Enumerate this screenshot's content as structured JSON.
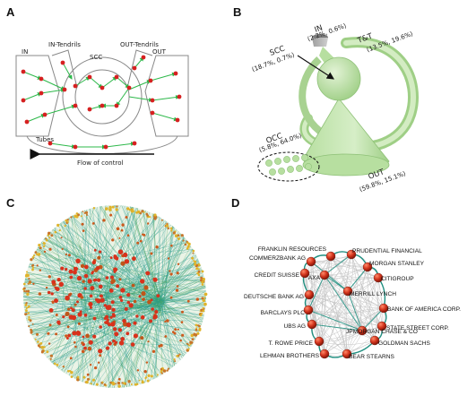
{
  "panels": {
    "a": {
      "letter": "A",
      "in_label": "IN",
      "in_tendrils_label": "IN-Tendrils",
      "scc_label": "SCC",
      "out_tendrils_label": "OUT-Tendrils",
      "out_label": "OUT",
      "tubes_label": "Tubes",
      "flow_label": "Flow of control"
    },
    "b": {
      "letter": "B",
      "in_label": "IN",
      "in_stats": "(2.2%, 0.6%)",
      "tt_label": "T&T",
      "tt_stats": "(13.5%, 19.6%)",
      "scc_label": "SCC",
      "scc_stats": "(18.7%, 0.7%)",
      "occ_label": "OCC",
      "occ_stats": "(5.8%, 64.0%)",
      "out_label": "OUT",
      "out_stats": "(59.8%, 15.1%)"
    },
    "c": {
      "letter": "C"
    },
    "d": {
      "letter": "D",
      "nodes": [
        "FRANKLIN RESOURCES",
        "PRUDENTIAL FINANCIAL",
        "COMMERZBANK AG",
        "MORGAN STANLEY",
        "CREDIT SUISSE",
        "CITIGROUP",
        "AXA",
        "DEUTSCHE BANK AG",
        "MERRILL LYNCH",
        "BANK OF AMERICA CORP.",
        "BARCLAYS PLC",
        "STATE STREET CORP.",
        "UBS AG",
        "JPMORGAN CHASE & CO",
        "T. ROWE PRICE",
        "GOLDMAN SACHS",
        "LEHMAN BROTHERS",
        "BEAR STEARNS"
      ]
    }
  },
  "colors": {
    "green_node": "#2db84a",
    "red_node": "#d62020",
    "edge_teal": "#1f8f80",
    "green_fill": "#c8e6b4",
    "green_stroke": "#7ea870",
    "grey_edge": "#bdbdbd",
    "node_red_dark": "#9e1a0e"
  }
}
